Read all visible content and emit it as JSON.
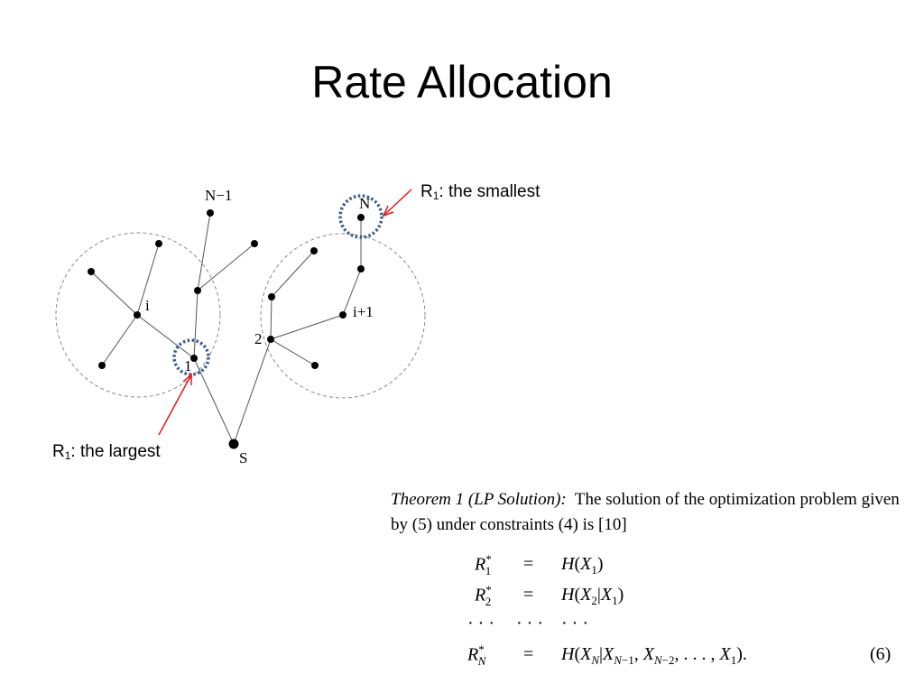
{
  "slide": {
    "title": "Rate Allocation"
  },
  "diagram": {
    "node_labels": {
      "n_minus_1": "N−1",
      "n": "N",
      "i": "i",
      "i_plus_1": "i+1",
      "two": "2",
      "one": "1",
      "sink": "S"
    }
  },
  "callouts": {
    "smallest": {
      "prefix": "R",
      "subscript": "1",
      "text": ":  the smallest"
    },
    "largest": {
      "prefix": "R",
      "subscript": "1",
      "text": ":  the largest"
    }
  },
  "theorem": {
    "lead": "Theorem 1 (LP Solution):",
    "body": "The solution of the optimization problem given by (5) under constraints (4) is [10]",
    "equation_number": "(6)",
    "dots": "· · ·",
    "equals": "="
  },
  "colors": {
    "highlight_circle": "#3b5e8c",
    "arrow": "#e8161b",
    "dashed_circle": "#8a8a8a",
    "edge": "#555555"
  }
}
